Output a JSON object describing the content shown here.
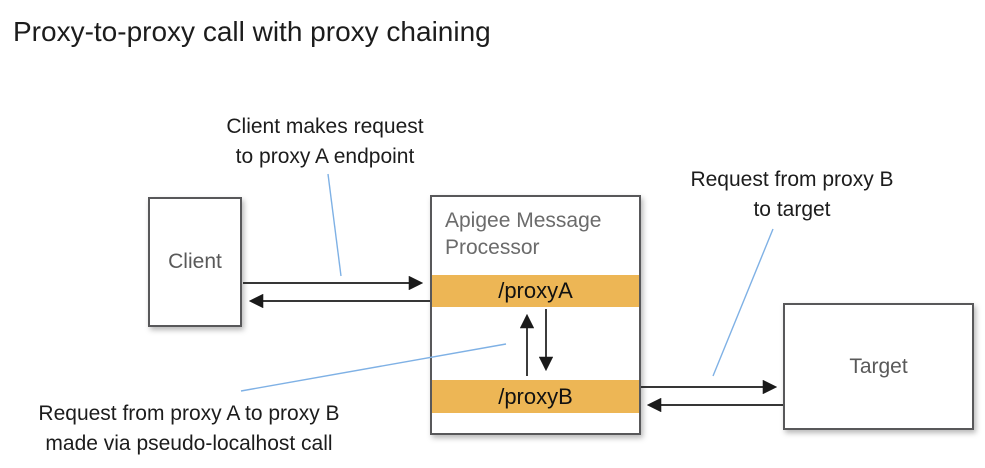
{
  "title": "Proxy-to-proxy call with proxy chaining",
  "annotations": {
    "client_request": {
      "line1": "Client makes request",
      "line2": "to proxy A endpoint"
    },
    "proxy_b_to_target": {
      "line1": "Request from proxy B",
      "line2": "to target"
    },
    "proxy_a_to_proxy_b": {
      "line1": "Request from proxy A to proxy B",
      "line2": "made via pseudo-localhost call"
    }
  },
  "boxes": {
    "client": {
      "label": "Client"
    },
    "apigee": {
      "label": "Apigee Message Processor",
      "endpoints": [
        {
          "label": "/proxyA"
        },
        {
          "label": "/proxyB"
        }
      ]
    },
    "target": {
      "label": "Target"
    }
  },
  "colors": {
    "endpoint_bar": "#EDB655",
    "annotation_line": "#7FB1E5",
    "arrow": "#1a1a1a",
    "box_border": "#58585a"
  }
}
